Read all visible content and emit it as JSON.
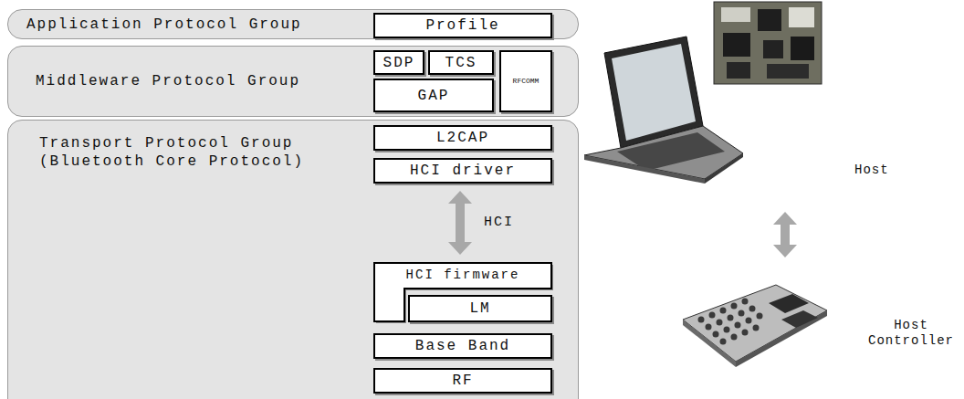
{
  "diagram": {
    "nodes": [
      {
        "text": [
          "Application Protocol Group"
        ]
      },
      {
        "text": [
          "Profile"
        ],
        "in": 0
      },
      {
        "text": [
          "Middleware Protocol Group"
        ]
      },
      {
        "text": [
          "SDP"
        ],
        "in": 2
      },
      {
        "text": [
          "TCS"
        ],
        "in": 2
      },
      {
        "text": [
          "RFCOMM"
        ],
        "in": 2
      },
      {
        "text": [
          "GAP"
        ],
        "in": 2
      },
      {
        "text": [
          "Transport Protocol Group (Bluetooth Core Protocol)"
        ]
      },
      {
        "text": [
          "L2CAP"
        ],
        "in": 7
      },
      {
        "text": [
          "HCI driver"
        ],
        "in": 7
      },
      {
        "text": [
          "HCI firmware"
        ],
        "in": 7
      },
      {
        "text": [
          "LM"
        ],
        "in": 7
      },
      {
        "text": [
          "Base Band"
        ],
        "in": 7
      },
      {
        "text": [
          "RF"
        ],
        "in": 7
      }
    ],
    "edges": [
      {
        "from": 9,
        "to": 10,
        "arrow": "both",
        "label": "HCI"
      }
    ],
    "labels": [
      "Host",
      "Host Controller"
    ]
  }
}
